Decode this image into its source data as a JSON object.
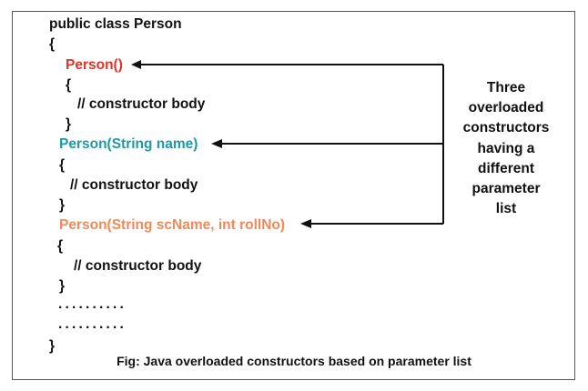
{
  "code": {
    "class_line": "public class Person",
    "open_brace": "{",
    "close_brace": "}",
    "constructor_1": {
      "signature": "Person()",
      "open": "{",
      "comment": "// constructor body",
      "close": "}"
    },
    "constructor_2": {
      "signature": "Person(String name)",
      "open": "{",
      "comment": "// constructor body",
      "close": "}"
    },
    "constructor_3": {
      "signature": "Person(String scName, int rollNo)",
      "open": "{",
      "comment": "// constructor body",
      "close": "}"
    },
    "ellipsis_1": "..........",
    "ellipsis_2": ".........."
  },
  "annotation": {
    "lines": [
      "Three",
      "overloaded",
      "constructors",
      "having a",
      "different",
      "parameter",
      "list"
    ]
  },
  "caption": "Fig: Java overloaded constructors based on parameter list",
  "colors": {
    "constructor_1": "#e0342c",
    "constructor_2": "#1f9aa5",
    "constructor_3": "#f08a58",
    "arrow": "#111111",
    "text": "#111111"
  }
}
